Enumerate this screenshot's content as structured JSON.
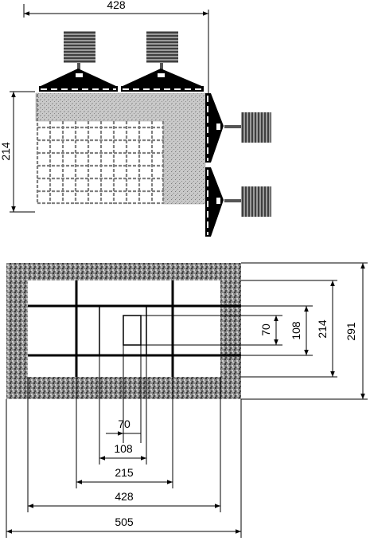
{
  "top_view": {
    "width_label": "428",
    "height_label": "214"
  },
  "bottom_view": {
    "horizontal_labels": [
      "70",
      "108",
      "215",
      "428",
      "505"
    ],
    "vertical_labels": [
      "70",
      "108",
      "214",
      "291"
    ]
  },
  "colors": {
    "ink": "#000000",
    "textured_fill": "#7a7a7a",
    "light_fill": "#cfcfcf",
    "background": "#ffffff"
  }
}
